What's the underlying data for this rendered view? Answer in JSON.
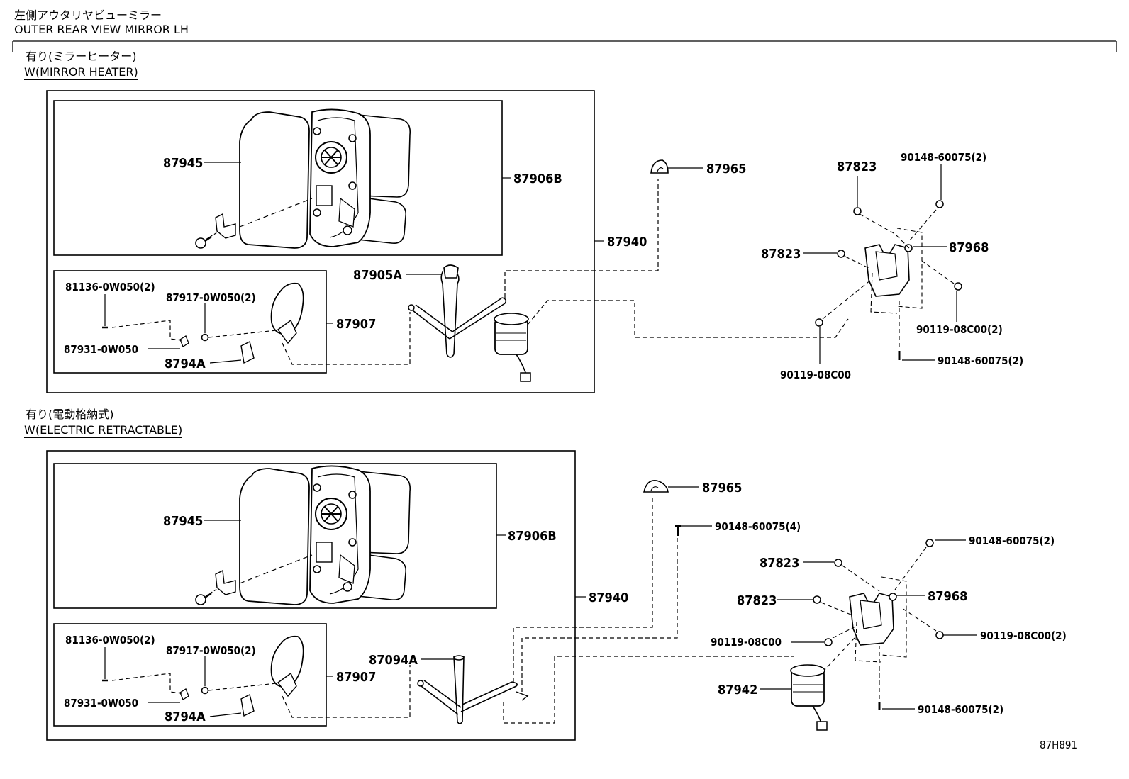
{
  "header": {
    "title_jp": "左側アウタリヤビューミラー",
    "title_en": "OUTER REAR VIEW MIRROR LH"
  },
  "sections": [
    {
      "condition_jp": "有り(ミラーヒーター)",
      "condition_en": "W(MIRROR HEATER)",
      "labels": {
        "p87945": "87945",
        "p87906b": "87906B",
        "p87940": "87940",
        "p81136": "81136-0W050(2)",
        "p87917": "87917-0W050(2)",
        "p87907": "87907",
        "p87931": "87931-0W050",
        "p8794a": "8794A",
        "p87905a": "87905A",
        "p87965": "87965",
        "p87823a": "87823",
        "p90148a": "90148-60075(2)",
        "p87823b": "87823",
        "p87968": "87968",
        "p90119a": "90119-08C00(2)",
        "p90119b": "90119-08C00",
        "p90148b": "90148-60075(2)"
      }
    },
    {
      "condition_jp": "有り(電動格納式)",
      "condition_en": "W(ELECTRIC RETRACTABLE)",
      "labels": {
        "p87945": "87945",
        "p87906b": "87906B",
        "p87940": "87940",
        "p81136": "81136-0W050(2)",
        "p87917": "87917-0W050(2)",
        "p87907": "87907",
        "p87931": "87931-0W050",
        "p8794a": "8794A",
        "p87094a": "87094A",
        "p87965": "87965",
        "p90148c": "90148-60075(4)",
        "p90148a": "90148-60075(2)",
        "p87823a": "87823",
        "p87823b": "87823",
        "p87968": "87968",
        "p90119b": "90119-08C00",
        "p90119a": "90119-08C00(2)",
        "p87942": "87942",
        "p90148b": "90148-60075(2)"
      }
    }
  ],
  "figure_code": "87H891"
}
